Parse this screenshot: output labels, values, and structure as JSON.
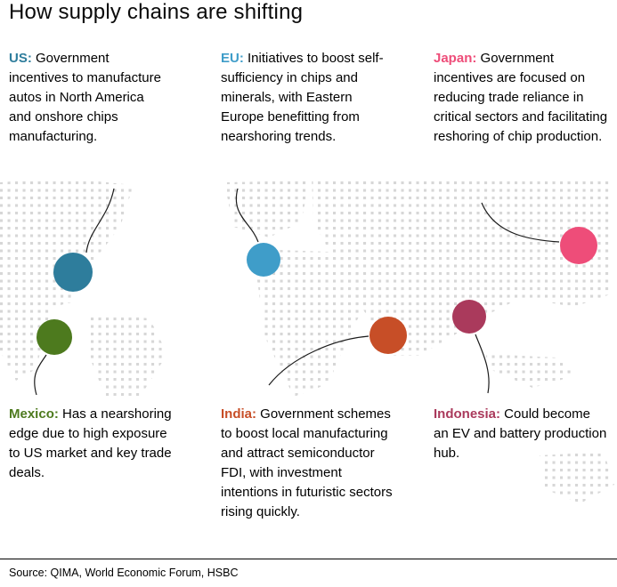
{
  "title": "How supply chains are shifting",
  "source": "Source: QIMA, World Economic Forum, HSBC",
  "regions": [
    {
      "id": "us",
      "label": "US:",
      "text": " Government incentives to manufacture autos in North America and onshore chips manufacturing.",
      "color": "#2e7d9c"
    },
    {
      "id": "eu",
      "label": "EU:",
      "text": " Initiatives to boost self-sufficiency in chips and minerals, with Eastern Europe benefitting from nearshoring trends.",
      "color": "#3f9dc9"
    },
    {
      "id": "japan",
      "label": "Japan:",
      "text": " Government incentives are focused on reducing trade reliance in critical sectors and facilitating reshoring of chip production.",
      "color": "#ee4d79"
    },
    {
      "id": "mexico",
      "label": "Mexico:",
      "text": " Has a nearshoring edge due to high exposure to US market and key trade deals.",
      "color": "#4d7a1e"
    },
    {
      "id": "india",
      "label": "India:",
      "text": " Government schemes to boost local manufacturing and attract semiconductor FDI, with investment intentions in futuristic sectors rising quickly.",
      "color": "#c74e27"
    },
    {
      "id": "indonesia",
      "label": "Indonesia:",
      "text": " Could become an EV and battery production hub.",
      "color": "#aa3a5c"
    }
  ]
}
